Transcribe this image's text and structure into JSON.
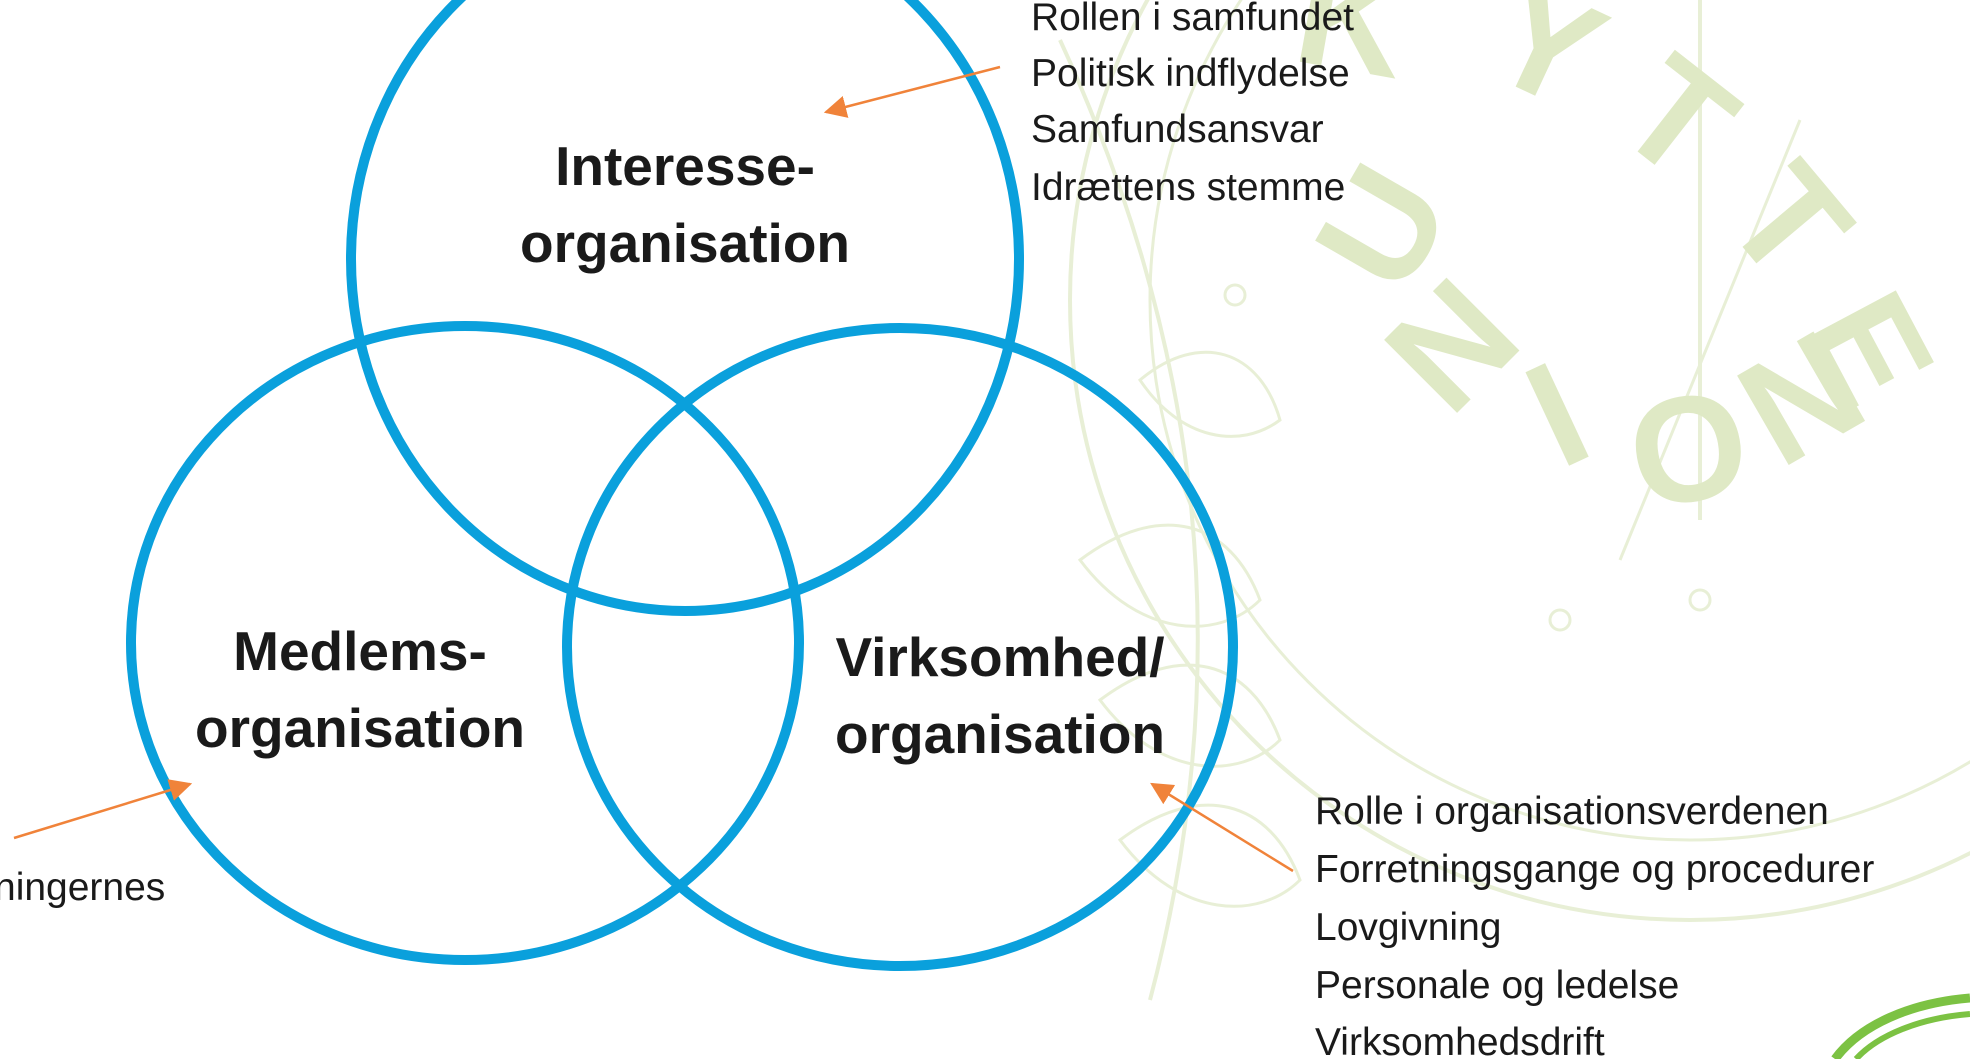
{
  "colors": {
    "circle_stroke": "#0aa0dc",
    "arrow": "#f0833a",
    "watermark": "#dfe9c5",
    "watermark_line": "#e8efd6",
    "text": "#1a1a1a",
    "logo_green": "#7cc243"
  },
  "circles": {
    "top": {
      "line1": "Interesse-",
      "line2": "organisation"
    },
    "left": {
      "line1": "Medlems-",
      "line2": "organisation"
    },
    "right": {
      "line1": "Virksomhed/",
      "line2": "organisation"
    }
  },
  "notes": {
    "top": [
      "Rollen i samfundet",
      "Politisk indflydelse",
      "Samfundsansvar",
      "Idrættens stemme"
    ],
    "left": [
      "ningernes"
    ],
    "right": [
      "Rolle i organisationsverdenen",
      "Forretningsgange og procedurer",
      "Lovgivning",
      "Personale og ledelse",
      "Virksomhedsdrift"
    ]
  },
  "watermark": {
    "icon": "union-emblem-watermark",
    "letters": [
      "K",
      "Y",
      "T",
      "T",
      "E",
      "U",
      "N",
      "I",
      "O",
      "N"
    ]
  },
  "logo": {
    "icon": "green-arc-logo"
  }
}
